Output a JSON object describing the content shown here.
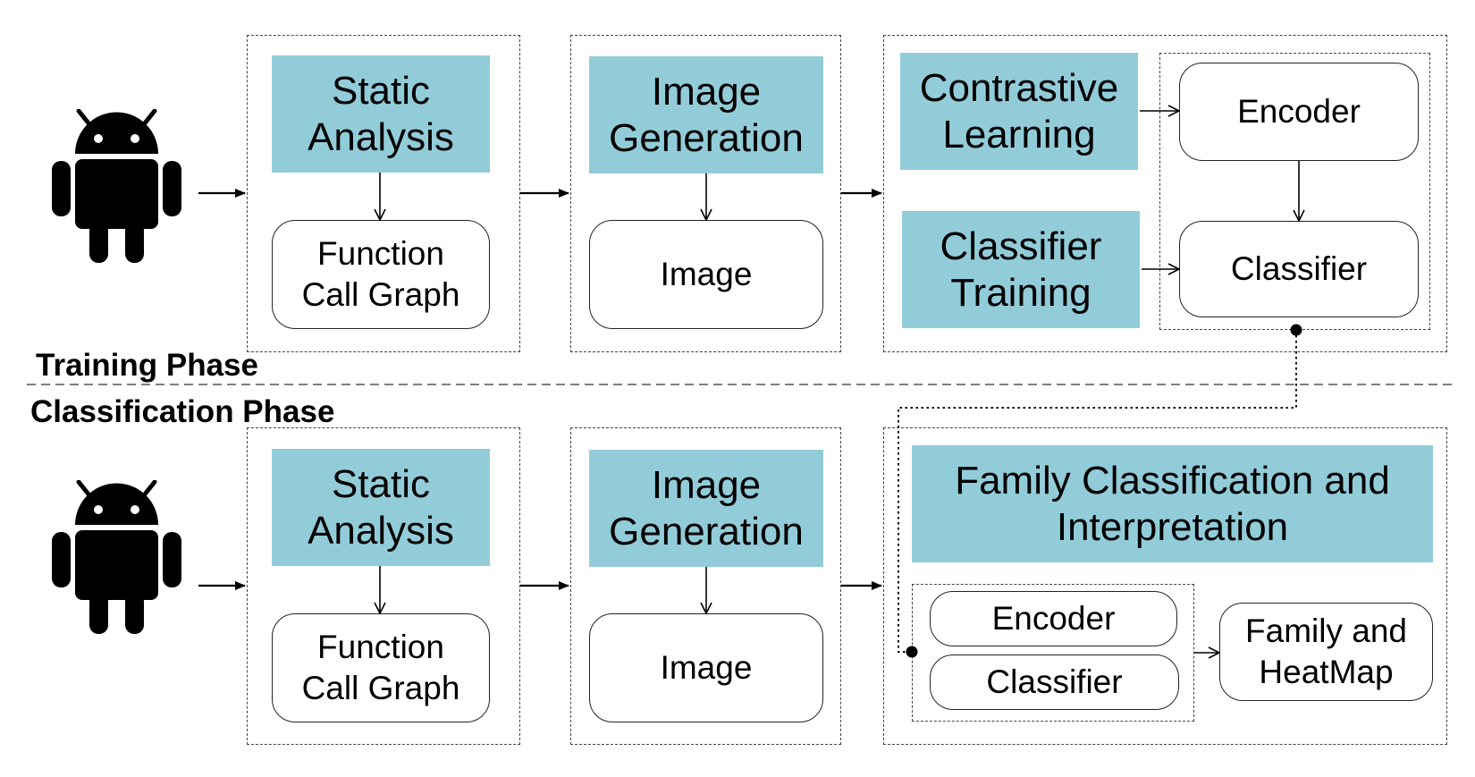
{
  "colors": {
    "accent": "#92ccd9"
  },
  "phases": {
    "training": "Training Phase",
    "classification": "Classification Phase"
  },
  "icons": {
    "app": "android-robot-icon"
  },
  "training": {
    "static_analysis": "Static\nAnalysis",
    "function_call_graph": "Function\nCall Graph",
    "image_generation": "Image\nGeneration",
    "image": "Image",
    "contrastive_learning": "Contrastive\nLearning",
    "classifier_training": "Classifier\nTraining",
    "encoder": "Encoder",
    "classifier": "Classifier"
  },
  "classification": {
    "static_analysis": "Static\nAnalysis",
    "function_call_graph": "Function\nCall Graph",
    "image_generation": "Image\nGeneration",
    "image": "Image",
    "family_interpretation": "Family Classification and\nInterpretation",
    "encoder": "Encoder",
    "classifier": "Classifier",
    "family_heatmap": "Family and\nHeatMap"
  }
}
